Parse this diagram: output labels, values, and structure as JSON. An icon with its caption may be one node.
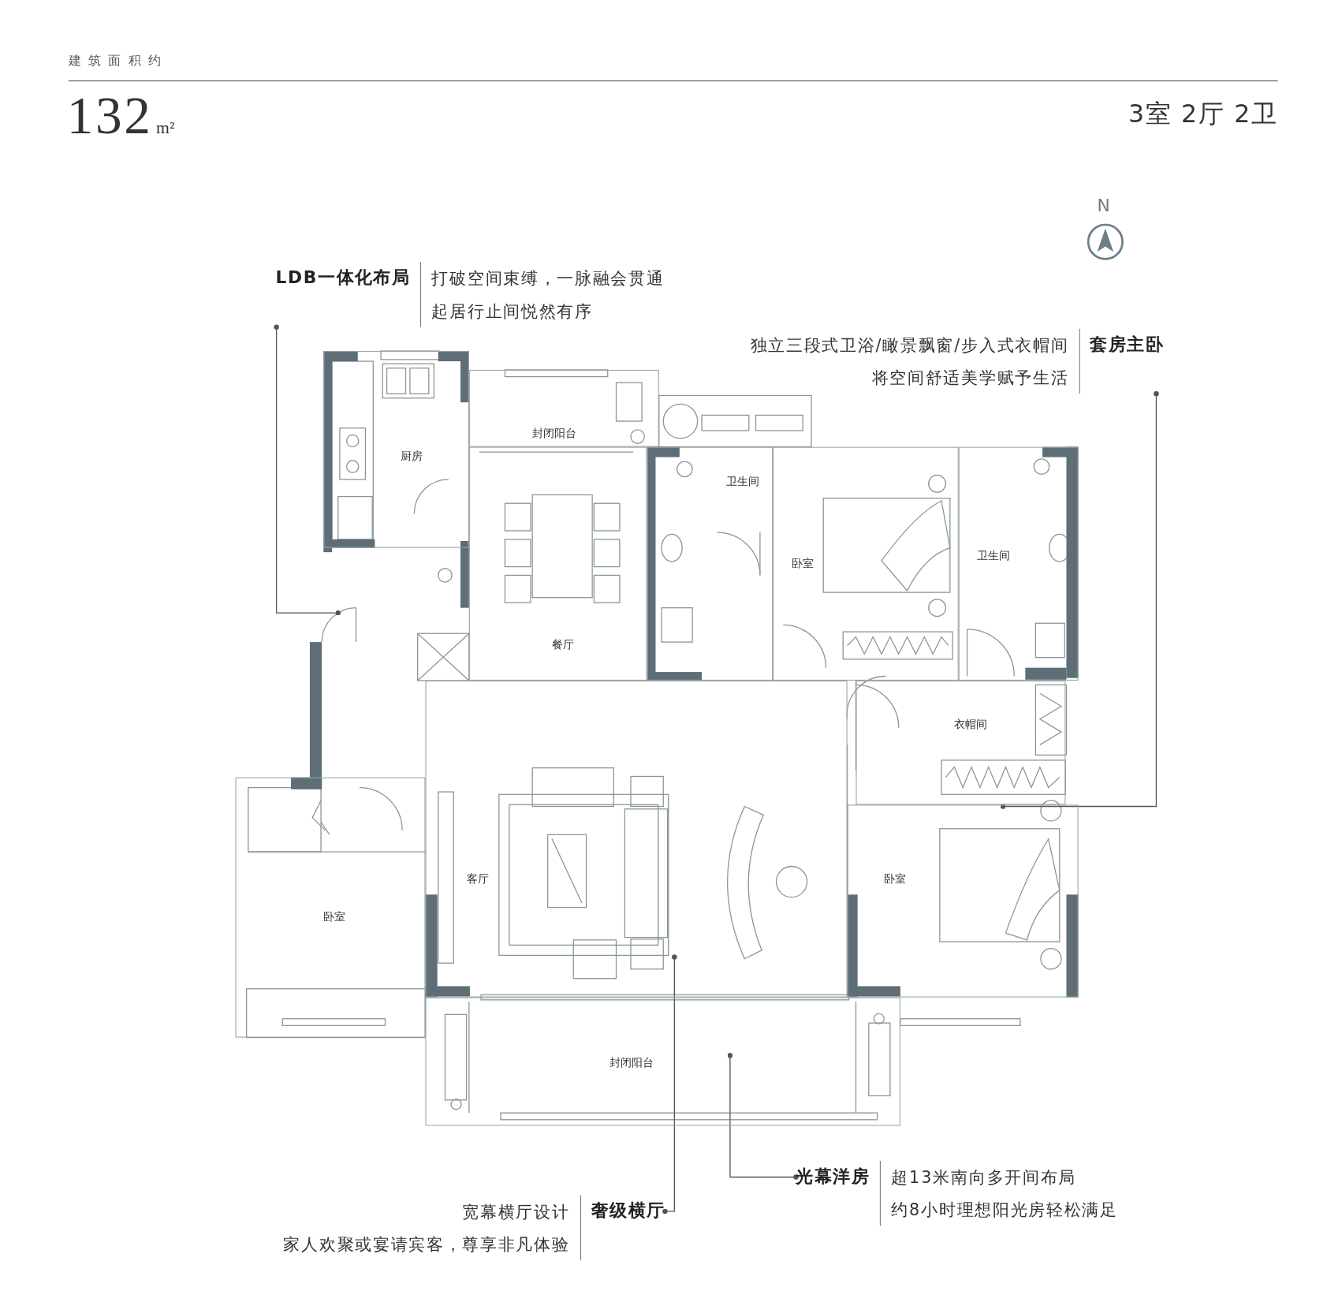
{
  "diagram": {
    "nodes": [
      {
        "text": [
          "LDB一体化布局",
          "打破空间束缚，一脉融会贯通",
          "起居行止间悦然有序"
        ]
      },
      {
        "text": [
          "独立三段式卫浴/瞰景飘窗/步入式衣帽间",
          "将空间舒适美学赋予生活",
          "套房主卧"
        ]
      },
      {
        "text": [
          "厨房"
        ]
      },
      {
        "text": [
          "封闭阳台"
        ]
      },
      {
        "text": [
          "餐厅"
        ]
      },
      {
        "text": [
          "卫生间"
        ]
      },
      {
        "text": [
          "卧室"
        ]
      },
      {
        "text": [
          "卫生间"
        ]
      },
      {
        "text": [
          "衣帽间"
        ]
      },
      {
        "text": [
          "客厅"
        ]
      },
      {
        "text": [
          "卧室"
        ]
      },
      {
        "text": [
          "卧室"
        ]
      },
      {
        "text": [
          "封闭阳台"
        ]
      },
      {
        "text": [
          "光幕洋房",
          "超13米南向多开间布局",
          "约8小时理想阳光房轻松满足"
        ]
      },
      {
        "text": [
          "宽幕横厅设计",
          "家人欢聚或宴请宾客，尊享非凡体验",
          "奢级横厅"
        ]
      }
    ],
    "edges": [
      {
        "from": 0,
        "to": null,
        "arrow": "other"
      },
      {
        "from": 1,
        "to": 8,
        "arrow": "other"
      },
      {
        "from": 13,
        "to": 12,
        "arrow": "other"
      },
      {
        "from": 14,
        "to": 9,
        "arrow": "other"
      }
    ],
    "labels": [
      "建筑面积约",
      "132",
      "m²",
      "3室 2厅 2卫",
      "N"
    ]
  }
}
